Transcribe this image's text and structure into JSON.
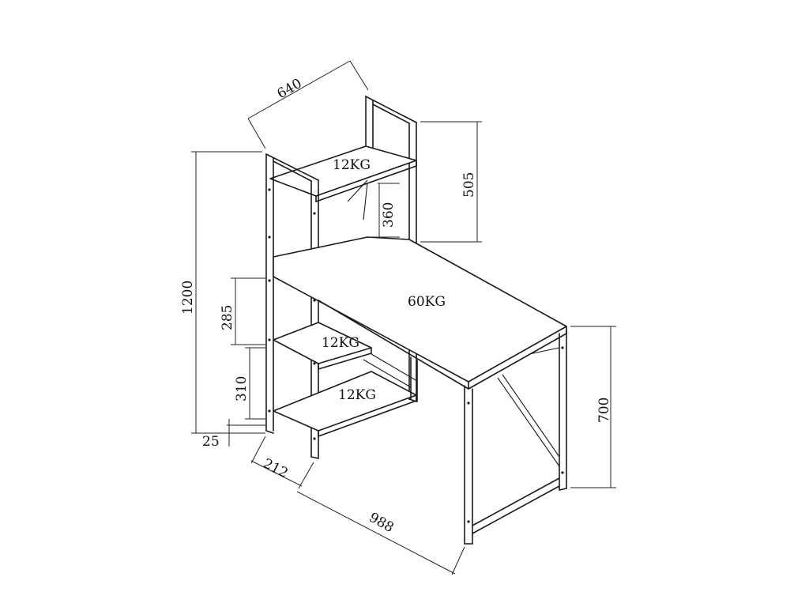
{
  "dimensions": {
    "top_shelf_width": "640",
    "upper_shelf_height": "505",
    "shelf_gap_top": "360",
    "total_height": "1200",
    "middle_gap": "285",
    "lower_gap": "310",
    "foot_clearance": "25",
    "shelf_depth": "212",
    "desk_length": "988",
    "desk_height": "700"
  },
  "loads": {
    "top_shelf": "12KG",
    "desk_top": "60KG",
    "middle_shelf": "12KG",
    "bottom_shelf": "12KG"
  }
}
